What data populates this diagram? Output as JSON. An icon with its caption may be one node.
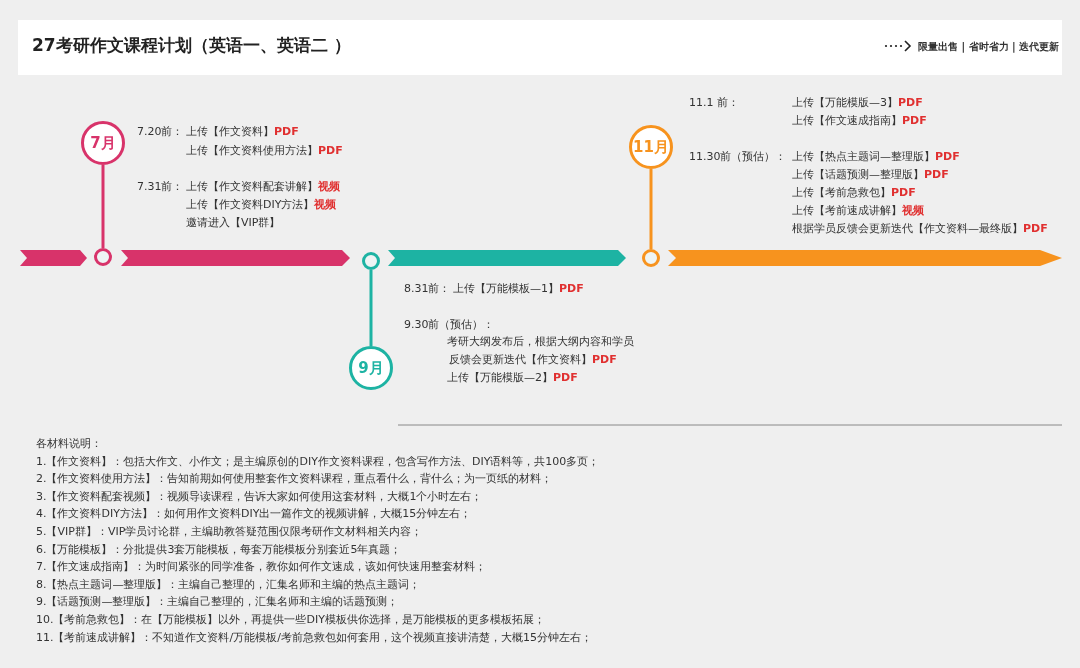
{
  "diagram": {
    "title": "27考研作文课程计划（英语一、英语二 ）",
    "nodes": [
      {
        "text": [
          "7月"
        ]
      },
      {
        "text": [],
        "shape": "circle"
      },
      {
        "text": [],
        "shape": "circle"
      },
      {
        "text": [
          "9月"
        ]
      },
      {
        "text": [
          "11月"
        ]
      },
      {
        "text": [],
        "shape": "circle"
      }
    ],
    "edges": [
      {
        "from": 0,
        "to": 1,
        "arrow": "none",
        "color": "#d8336a"
      },
      {
        "from": 2,
        "to": 3,
        "arrow": "none",
        "color": "#1db3a3"
      },
      {
        "from": 4,
        "to": 5,
        "arrow": "none",
        "color": "#f7931e"
      }
    ],
    "labels": [
      "限量出售 | 省时省力 | 迭代更新",
      "7.20前：",
      "上传【作文资料】",
      "PDF",
      "上传【作文资料使用方法】",
      "PDF",
      "7.31前：",
      "上传【作文资料配套讲解】",
      "视频",
      "上传【作文资料DIY方法】",
      "视频",
      "邀请进入【VIP群】",
      "8.31前：",
      "上传【万能模板—1】",
      "PDF",
      "9.30前（预估）：",
      "考研大纲发布后，根据大纲内容和学员",
      "反馈会更新迭代【作文资料】",
      "PDF",
      "上传【万能模版—2】",
      "PDF",
      "11.1 前：",
      "上传【万能模版—3】",
      "PDF",
      "上传【作文速成指南】",
      "PDF",
      "11.30前（预估）：",
      "上传【热点主题词—整理版】",
      "PDF",
      "上传【话题预测—整理版】",
      "PDF",
      "上传【考前急救包】",
      "PDF",
      "上传【考前速成讲解】",
      "视频",
      "根据学员反馈会更新迭代【作文资料—最终版】",
      "PDF",
      "各材料说明：",
      "1.【作文资料】：包括大作文、小作文；是主编原创的DIY作文资料课程，包含写作方法、DIY语料等，共100多页；",
      "2.【作文资料使用方法】：告知前期如何使用整套作文资料课程，重点看什么，背什么；为一页纸的材料；",
      "3.【作文资料配套视频】：视频导读课程，告诉大家如何使用这套材料，大概1个小时左右；",
      "4.【作文资料DIY方法】：如何用作文资料DIY出一篇作文的视频讲解，大概15分钟左右；",
      "5.【VIP群】：VIP学员讨论群，主编助教答疑范围仅限考研作文材料相关内容；",
      "6.【万能模板】：分批提供3套万能模板，每套万能模板分别套近5年真题；",
      "7.【作文速成指南】：为时间紧张的同学准备，教你如何作文速成，该如何快速用整套材料；",
      "8.【热点主题词—整理版】：主编自己整理的，汇集名师和主编的热点主题词；",
      "9.【话题预测—整理版】：主编自己整理的，汇集名师和主编的话题预测；",
      "10.【考前急救包】：在【万能模板】以外，再提供一些DIY模板供你选择，是万能模板的更多模板拓展；",
      "11.【考前速成讲解】：不知道作文资料/万能模板/考前急救包如何套用，这个视频直接讲清楚，大概15分钟左右；"
    ]
  }
}
